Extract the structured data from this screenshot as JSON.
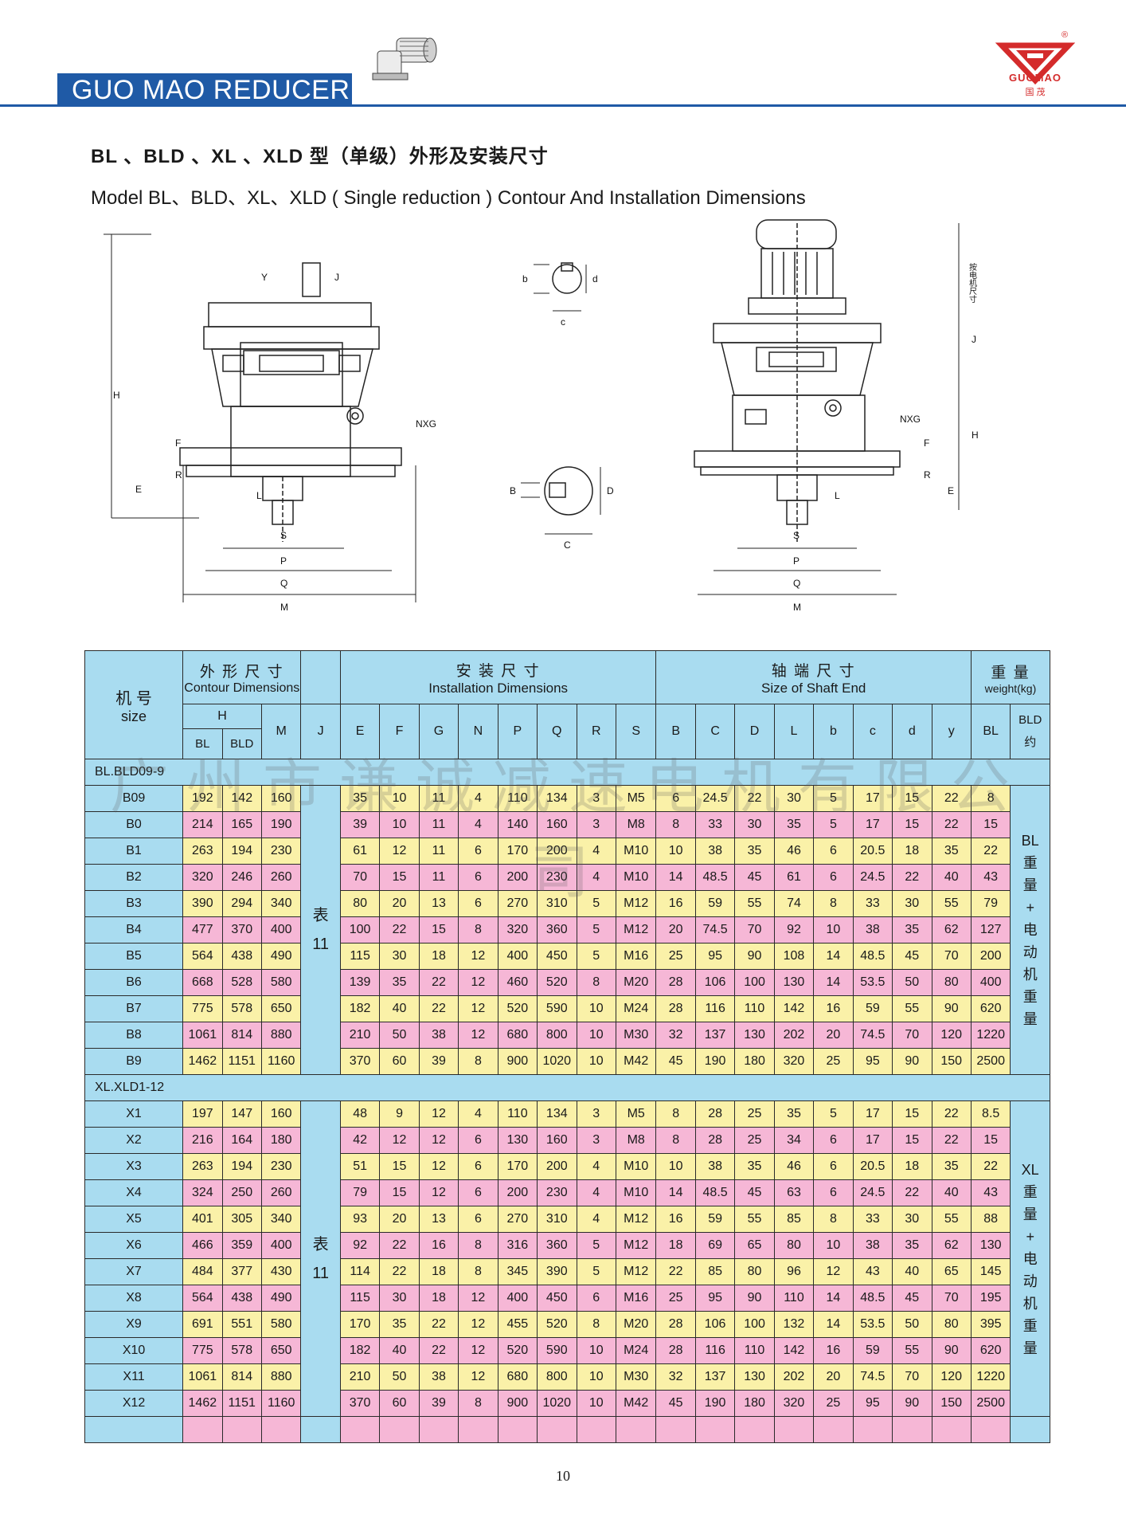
{
  "header": {
    "brand": "GUO MAO REDUCER",
    "logo_name": "GUOMAO",
    "logo_sub": "国 茂",
    "logo_mark": "®"
  },
  "title": {
    "cn": "BL 、BLD 、XL 、XLD 型（单级）外形及安装尺寸",
    "en": "Model BL、BLD、XL、XLD ( Single reduction ) Contour And Installation Dimensions"
  },
  "drawing_labels": {
    "H": "H",
    "E": "E",
    "F": "F",
    "R": "R",
    "L": "L",
    "S": "S",
    "P": "P",
    "Q": "Q",
    "M": "M",
    "Y": "Y",
    "J": "J",
    "NXG": "NXG",
    "b": "b",
    "c": "c",
    "d": "d",
    "B": "B",
    "C": "C",
    "D": "D",
    "motor_note": "按电机尺寸"
  },
  "table": {
    "hdr": {
      "size_cn": "机 号",
      "size_en": "size",
      "contour_cn": "外 形 尺 寸",
      "contour_en": "Contour Dimensions",
      "install_cn": "安 装 尺 寸",
      "install_en": "Installation  Dimensions",
      "shaft_cn": "轴 端 尺 寸",
      "shaft_en": "Size of Shaft  End",
      "weight_cn": "重 量",
      "weight_en": "weight(kg)",
      "H": "H",
      "BL": "BL",
      "BLD": "BLD",
      "M": "M",
      "J": "J",
      "E": "E",
      "F": "F",
      "G": "G",
      "N": "N",
      "P": "P",
      "Q": "Q",
      "R": "R",
      "S": "S",
      "B": "B",
      "C": "C",
      "D": "D",
      "L": "L",
      "b": "b",
      "c": "c",
      "d": "d",
      "y": "y",
      "w_BL": "BL",
      "w_BLD": "BLD",
      "w_BLD2": "约"
    },
    "sections": [
      {
        "label": "BL.BLD09-9",
        "j_note": [
          "表",
          "11"
        ],
        "weight_note": [
          "BL",
          "重",
          "量",
          "+",
          "电",
          "动",
          "机",
          "重",
          "量"
        ],
        "rows": [
          [
            "B09",
            "192",
            "142",
            "160",
            "35",
            "10",
            "11",
            "4",
            "110",
            "134",
            "3",
            "M5",
            "6",
            "24.5",
            "22",
            "30",
            "5",
            "17",
            "15",
            "22",
            "8"
          ],
          [
            "B0",
            "214",
            "165",
            "190",
            "39",
            "10",
            "11",
            "4",
            "140",
            "160",
            "3",
            "M8",
            "8",
            "33",
            "30",
            "35",
            "5",
            "17",
            "15",
            "22",
            "15"
          ],
          [
            "B1",
            "263",
            "194",
            "230",
            "61",
            "12",
            "11",
            "6",
            "170",
            "200",
            "4",
            "M10",
            "10",
            "38",
            "35",
            "46",
            "6",
            "20.5",
            "18",
            "35",
            "22"
          ],
          [
            "B2",
            "320",
            "246",
            "260",
            "70",
            "15",
            "11",
            "6",
            "200",
            "230",
            "4",
            "M10",
            "14",
            "48.5",
            "45",
            "61",
            "6",
            "24.5",
            "22",
            "40",
            "43"
          ],
          [
            "B3",
            "390",
            "294",
            "340",
            "80",
            "20",
            "13",
            "6",
            "270",
            "310",
            "5",
            "M12",
            "16",
            "59",
            "55",
            "74",
            "8",
            "33",
            "30",
            "55",
            "79"
          ],
          [
            "B4",
            "477",
            "370",
            "400",
            "100",
            "22",
            "15",
            "8",
            "320",
            "360",
            "5",
            "M12",
            "20",
            "74.5",
            "70",
            "92",
            "10",
            "38",
            "35",
            "62",
            "127"
          ],
          [
            "B5",
            "564",
            "438",
            "490",
            "115",
            "30",
            "18",
            "12",
            "400",
            "450",
            "5",
            "M16",
            "25",
            "95",
            "90",
            "108",
            "14",
            "48.5",
            "45",
            "70",
            "200"
          ],
          [
            "B6",
            "668",
            "528",
            "580",
            "139",
            "35",
            "22",
            "12",
            "460",
            "520",
            "8",
            "M20",
            "28",
            "106",
            "100",
            "130",
            "14",
            "53.5",
            "50",
            "80",
            "400"
          ],
          [
            "B7",
            "775",
            "578",
            "650",
            "182",
            "40",
            "22",
            "12",
            "520",
            "590",
            "10",
            "M24",
            "28",
            "116",
            "110",
            "142",
            "16",
            "59",
            "55",
            "90",
            "620"
          ],
          [
            "B8",
            "1061",
            "814",
            "880",
            "210",
            "50",
            "38",
            "12",
            "680",
            "800",
            "10",
            "M30",
            "32",
            "137",
            "130",
            "202",
            "20",
            "74.5",
            "70",
            "120",
            "1220"
          ],
          [
            "B9",
            "1462",
            "1151",
            "1160",
            "370",
            "60",
            "39",
            "8",
            "900",
            "1020",
            "10",
            "M42",
            "45",
            "190",
            "180",
            "320",
            "25",
            "95",
            "90",
            "150",
            "2500"
          ]
        ]
      },
      {
        "label": "XL.XLD1-12",
        "j_note": [
          "表",
          "11"
        ],
        "weight_note": [
          "XL",
          "重",
          "量",
          "+",
          "电",
          "动",
          "机",
          "重",
          "量"
        ],
        "rows": [
          [
            "X1",
            "197",
            "147",
            "160",
            "48",
            "9",
            "12",
            "4",
            "110",
            "134",
            "3",
            "M5",
            "8",
            "28",
            "25",
            "35",
            "5",
            "17",
            "15",
            "22",
            "8.5"
          ],
          [
            "X2",
            "216",
            "164",
            "180",
            "42",
            "12",
            "12",
            "6",
            "130",
            "160",
            "3",
            "M8",
            "8",
            "28",
            "25",
            "34",
            "6",
            "17",
            "15",
            "22",
            "15"
          ],
          [
            "X3",
            "263",
            "194",
            "230",
            "51",
            "15",
            "12",
            "6",
            "170",
            "200",
            "4",
            "M10",
            "10",
            "38",
            "35",
            "46",
            "6",
            "20.5",
            "18",
            "35",
            "22"
          ],
          [
            "X4",
            "324",
            "250",
            "260",
            "79",
            "15",
            "12",
            "6",
            "200",
            "230",
            "4",
            "M10",
            "14",
            "48.5",
            "45",
            "63",
            "6",
            "24.5",
            "22",
            "40",
            "43"
          ],
          [
            "X5",
            "401",
            "305",
            "340",
            "93",
            "20",
            "13",
            "6",
            "270",
            "310",
            "4",
            "M12",
            "16",
            "59",
            "55",
            "85",
            "8",
            "33",
            "30",
            "55",
            "88"
          ],
          [
            "X6",
            "466",
            "359",
            "400",
            "92",
            "22",
            "16",
            "8",
            "316",
            "360",
            "5",
            "M12",
            "18",
            "69",
            "65",
            "80",
            "10",
            "38",
            "35",
            "62",
            "130"
          ],
          [
            "X7",
            "484",
            "377",
            "430",
            "114",
            "22",
            "18",
            "8",
            "345",
            "390",
            "5",
            "M12",
            "22",
            "85",
            "80",
            "96",
            "12",
            "43",
            "40",
            "65",
            "145"
          ],
          [
            "X8",
            "564",
            "438",
            "490",
            "115",
            "30",
            "18",
            "12",
            "400",
            "450",
            "6",
            "M16",
            "25",
            "95",
            "90",
            "110",
            "14",
            "48.5",
            "45",
            "70",
            "195"
          ],
          [
            "X9",
            "691",
            "551",
            "580",
            "170",
            "35",
            "22",
            "12",
            "455",
            "520",
            "8",
            "M20",
            "28",
            "106",
            "100",
            "132",
            "14",
            "53.5",
            "50",
            "80",
            "395"
          ],
          [
            "X10",
            "775",
            "578",
            "650",
            "182",
            "40",
            "22",
            "12",
            "520",
            "590",
            "10",
            "M24",
            "28",
            "116",
            "110",
            "142",
            "16",
            "59",
            "55",
            "90",
            "620"
          ],
          [
            "X11",
            "1061",
            "814",
            "880",
            "210",
            "50",
            "38",
            "12",
            "680",
            "800",
            "10",
            "M30",
            "32",
            "137",
            "130",
            "202",
            "20",
            "74.5",
            "70",
            "120",
            "1220"
          ],
          [
            "X12",
            "1462",
            "1151",
            "1160",
            "370",
            "60",
            "39",
            "8",
            "900",
            "1020",
            "10",
            "M42",
            "45",
            "190",
            "180",
            "320",
            "25",
            "95",
            "90",
            "150",
            "2500"
          ]
        ]
      }
    ]
  },
  "watermark": "广州市谦诚减速电机有限公司",
  "page_number": "10",
  "colors": {
    "brand_blue": "#1f5aa6",
    "header_blue": "#a9dcf0",
    "yellow": "#faf1a8",
    "pink": "#f6b7d6",
    "logo_red": "#d42b2b"
  }
}
